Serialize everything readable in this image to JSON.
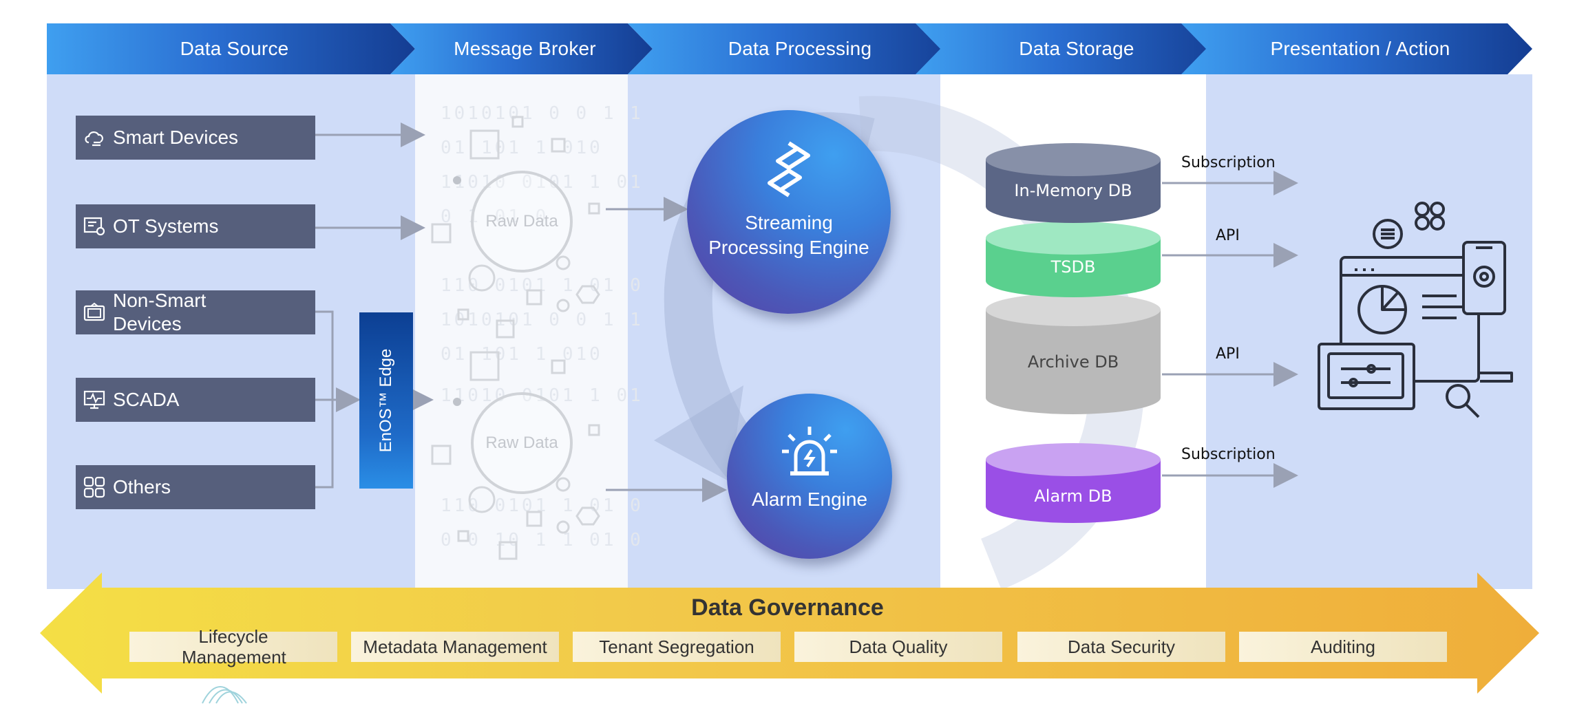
{
  "headers": [
    "Data Source",
    "Message Broker",
    "Data Processing",
    "Data Storage",
    "Presentation / Action"
  ],
  "sources": {
    "smart_devices": "Smart Devices",
    "ot_systems": "OT Systems",
    "non_smart_devices": "Non-Smart Devices",
    "scada": "SCADA",
    "others": "Others"
  },
  "edge_label": "EnOS™ Edge",
  "broker": {
    "raw_data_1": "Raw Data",
    "raw_data_2": "Raw Data"
  },
  "processing": {
    "streaming_engine": "Streaming Processing Engine",
    "alarm_engine": "Alarm Engine"
  },
  "storage": {
    "in_memory_db": "In-Memory DB",
    "tsdb": "TSDB",
    "archive_db": "Archive DB",
    "alarm_db": "Alarm DB"
  },
  "links": {
    "subscription_1": "Subscription",
    "api_1": "API",
    "api_2": "API",
    "subscription_2": "Subscription"
  },
  "governance": {
    "title": "Data Governance",
    "items": [
      "Lifecycle Management",
      "Metadata Management",
      "Tenant Segregation",
      "Data Quality",
      "Data Security",
      "Auditing"
    ]
  },
  "colors": {
    "header_gradient_start": "#3f9ff0",
    "header_gradient_end": "#143d92",
    "source_box": "#565f7c",
    "column_tint": "#cfdcf8",
    "in_memory_db": "#5b6686",
    "tsdb": "#5ad08e",
    "archive_db": "#b9b9b9",
    "alarm_db": "#9a4fe6",
    "governance": "#f2c94a"
  }
}
